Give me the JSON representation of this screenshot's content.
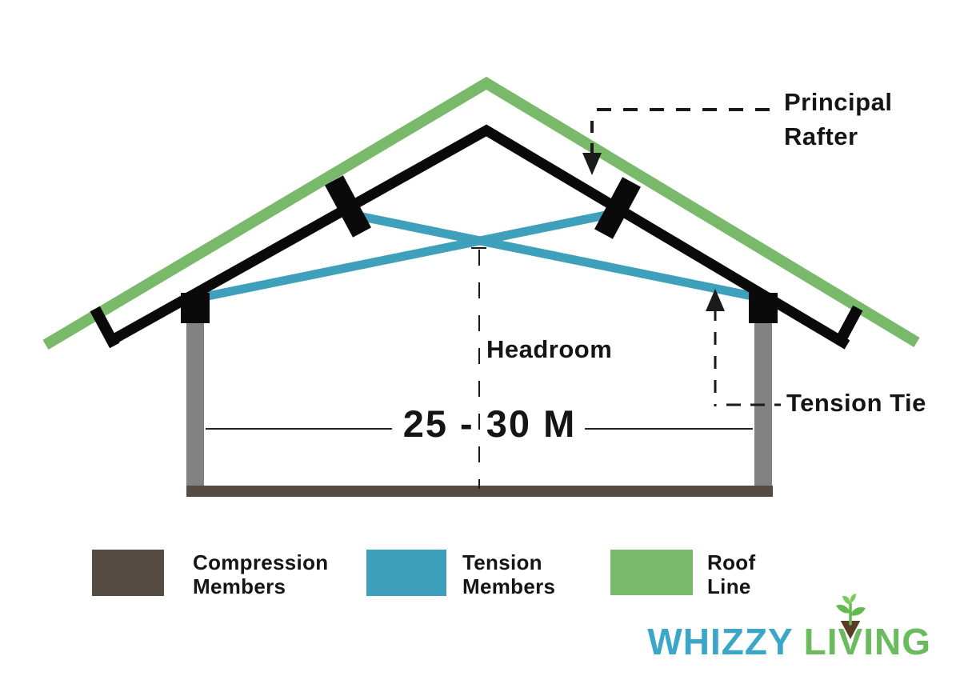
{
  "diagram": {
    "callouts": {
      "principal_rafter_line1": "Principal",
      "principal_rafter_line2": "Rafter",
      "headroom": "Headroom",
      "span": "25 - 30 M",
      "tension_tie": "Tension Tie"
    },
    "colors": {
      "roof_line": "#79B96A",
      "tension_member": "#3FA0BC",
      "compression_member": "#554B43",
      "wall_post": "#828282",
      "structure": "#0A0A0A",
      "leader_line": "#1A1A1A"
    }
  },
  "legend": {
    "items": [
      {
        "name": "compression-members",
        "color": "#554B43",
        "line1": "Compression",
        "line2": "Members"
      },
      {
        "name": "tension-members",
        "color": "#3FA0BC",
        "line1": "Tension",
        "line2": "Members"
      },
      {
        "name": "roof-line",
        "color": "#79B96A",
        "line1": "Roof",
        "line2": "Line"
      }
    ]
  },
  "logo": {
    "word1": "WHIZZY",
    "word2_prefix": "LI",
    "word2_v": "V",
    "word2_suffix": "ING",
    "word1_color": "#3BA6C7",
    "word2_color": "#6CBA5E",
    "soil_color": "#5A3B24",
    "leaf_color": "#66B94E",
    "leaf_light_color": "#7CCB5F"
  }
}
